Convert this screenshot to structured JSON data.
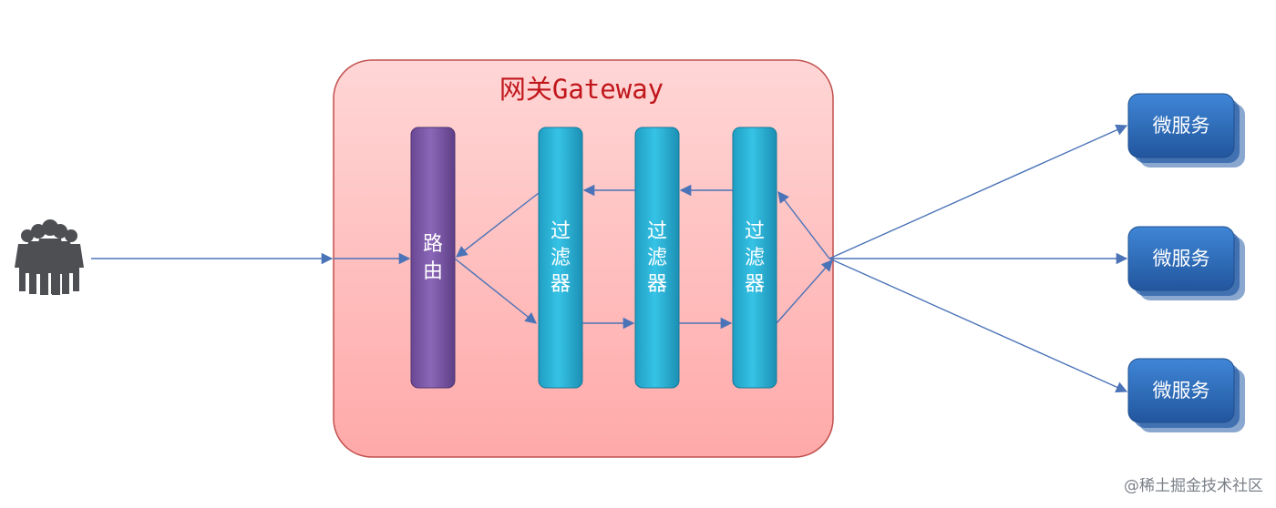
{
  "gateway": {
    "title": "网关Gateway"
  },
  "router": {
    "label_lines": [
      "路",
      "由"
    ]
  },
  "filters": [
    {
      "label_lines": [
        "过",
        "滤",
        "器"
      ]
    },
    {
      "label_lines": [
        "过",
        "滤",
        "器"
      ]
    },
    {
      "label_lines": [
        "过",
        "滤",
        "器"
      ]
    }
  ],
  "services": [
    {
      "label": "微服务"
    },
    {
      "label": "微服务"
    },
    {
      "label": "微服务"
    }
  ],
  "client": {
    "icon": "people-group-icon"
  },
  "watermark": "@稀土掘金技术社区",
  "colors": {
    "gateway_fill": "#ffb8b8",
    "gateway_border": "#c0504d",
    "router_fill": "#7d5aa8",
    "filter_fill": "#2ab3d6",
    "service_fill": "#2f6fbf",
    "arrow": "#4a73b8",
    "title": "#c0161b"
  }
}
